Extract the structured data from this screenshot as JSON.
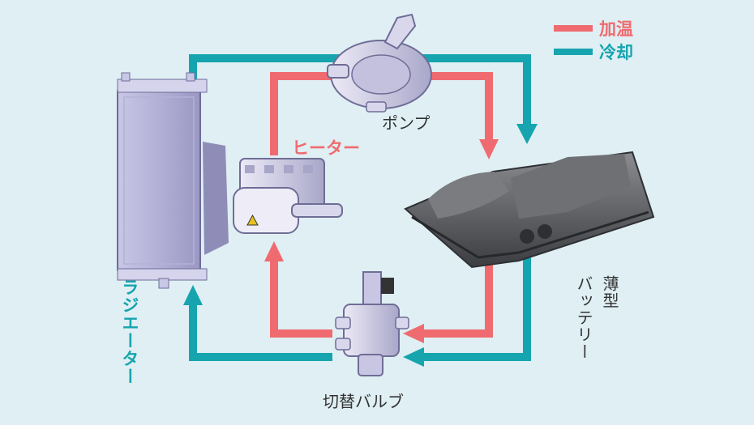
{
  "legend": {
    "heating": {
      "label": "加温",
      "color": "#f06b6f"
    },
    "cooling": {
      "label": "冷却",
      "color": "#16a4ae"
    }
  },
  "labels": {
    "pump": "ポンプ",
    "heater": "ヒーター",
    "radiator": "ラジエーター",
    "battery_line1": "薄型",
    "battery_line2": "バッテリー",
    "valve": "切替バルブ"
  },
  "components": {
    "radiator": "radiator-illustration",
    "heater": "heater-illustration",
    "pump": "pump-illustration",
    "battery": "battery-illustration",
    "valve": "valve-illustration"
  }
}
